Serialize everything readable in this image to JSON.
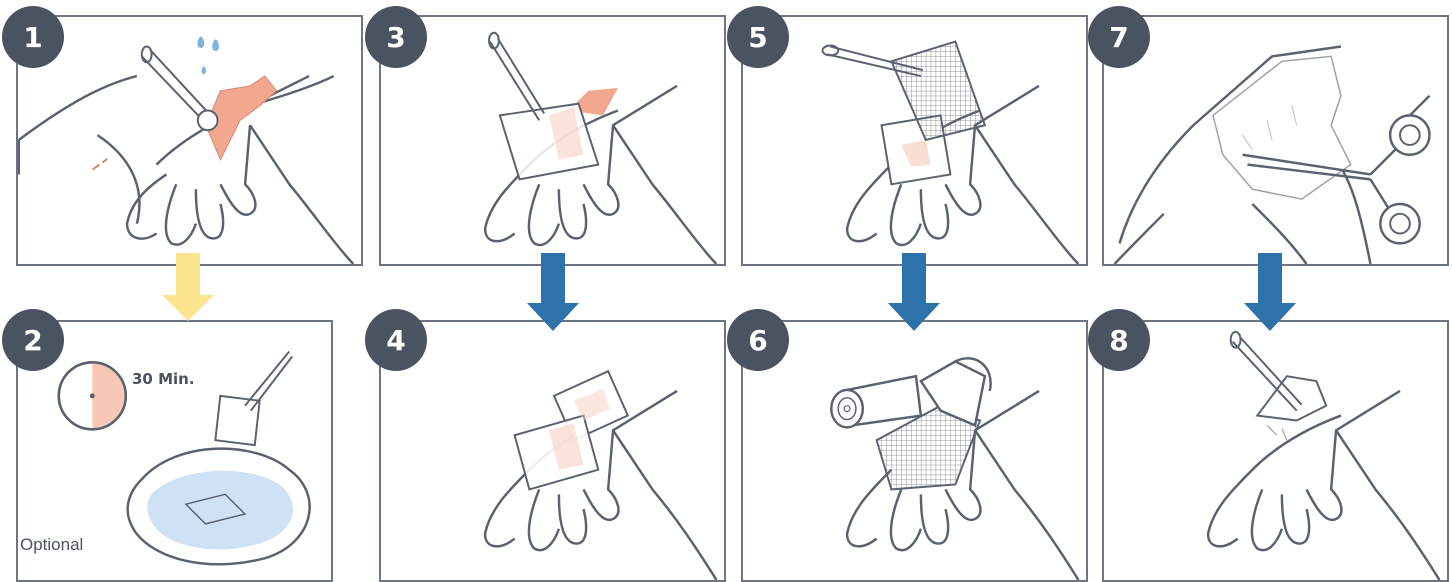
{
  "steps": [
    {
      "number": "1",
      "description": "Clean the wound area with swab and forceps, water drops"
    },
    {
      "number": "2",
      "description": "Soak dressing in tray"
    },
    {
      "number": "3",
      "description": "Place dressing with forceps"
    },
    {
      "number": "4",
      "description": "Dressing applied"
    },
    {
      "number": "5",
      "description": "Place gauze with forceps"
    },
    {
      "number": "6",
      "description": "Wrap bandage roll"
    },
    {
      "number": "7",
      "description": "Cut away dressing with scissors"
    },
    {
      "number": "8",
      "description": "Remove dressing with forceps"
    }
  ],
  "panel2": {
    "timer_label": "30 Min.",
    "optional_label": "Optional"
  },
  "colors": {
    "badge": "#4b5360",
    "arrow_primary": "#2d72a8",
    "arrow_optional": "#fde58f",
    "wound": "#f2a88e",
    "line": "#5a6270",
    "frame": "#6e7582"
  },
  "icons": [
    "forceps-icon",
    "swab-icon",
    "water-drops-icon",
    "timer-icon",
    "tray-icon",
    "gauze-icon",
    "bandage-roll-icon",
    "scissors-icon"
  ]
}
